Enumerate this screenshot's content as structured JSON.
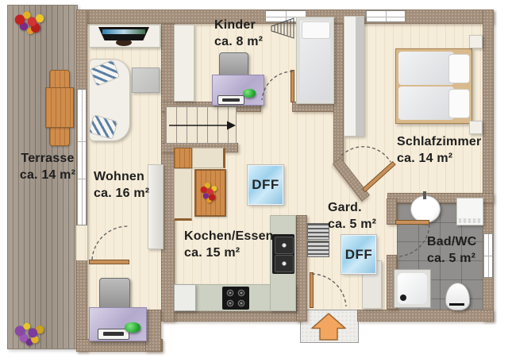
{
  "plan": {
    "type": "apartment-floor-plan",
    "language": "de"
  },
  "rooms": [
    {
      "name": "Terrasse",
      "area": "ca. 14 m²"
    },
    {
      "name": "Wohnen",
      "area": "ca. 16 m²"
    },
    {
      "name": "Kinder",
      "area": "ca. 8 m²"
    },
    {
      "name": "Schlafzimmer",
      "area": "ca. 14 m²"
    },
    {
      "name": "Kochen/Essen",
      "area": "ca. 15 m²"
    },
    {
      "name": "Gard.",
      "area": "ca. 5 m²"
    },
    {
      "name": "Bad/WC",
      "area": "ca. 5 m²"
    }
  ],
  "skylight": {
    "label": "DFF"
  },
  "colors": {
    "wall": "#a18d79",
    "floor": "#f5ecd9",
    "terrace": "#a69a8d",
    "bath_tiles": "#908f8d",
    "skylight_blue": "#9ed2ec",
    "entry_arrow": "#f3a660"
  }
}
